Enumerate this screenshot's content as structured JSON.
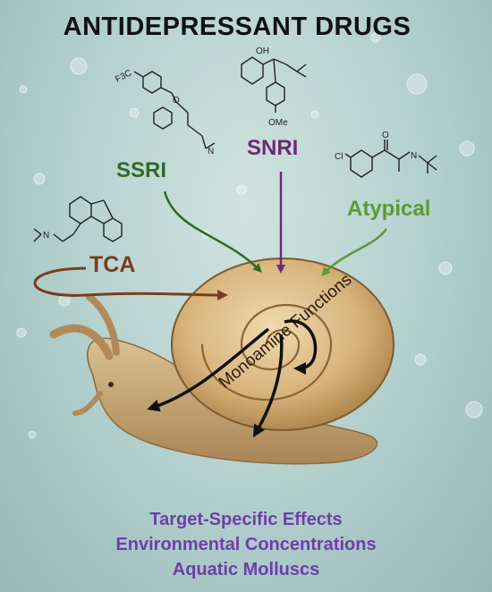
{
  "title": "ANTIDEPRESSANT DRUGS",
  "classes": {
    "ssri": "SSRI",
    "snri": "SNRI",
    "atypical": "Atypical",
    "tca": "TCA"
  },
  "snail_label": "Monoamine Functions",
  "atoms": {
    "f3c": "F3C",
    "o": "O",
    "oh": "OH",
    "ome": "OMe",
    "cl": "Cl",
    "o2": "O",
    "n": "N"
  },
  "captions": [
    "Target-Specific Effects",
    "Environmental Concentrations",
    "Aquatic Molluscs"
  ],
  "colors": {
    "ssri": "#2f6a2c",
    "snri": "#6e2a76",
    "atypical": "#5d9a33",
    "tca": "#7a3d1c",
    "caption": "#6d3fa8"
  }
}
